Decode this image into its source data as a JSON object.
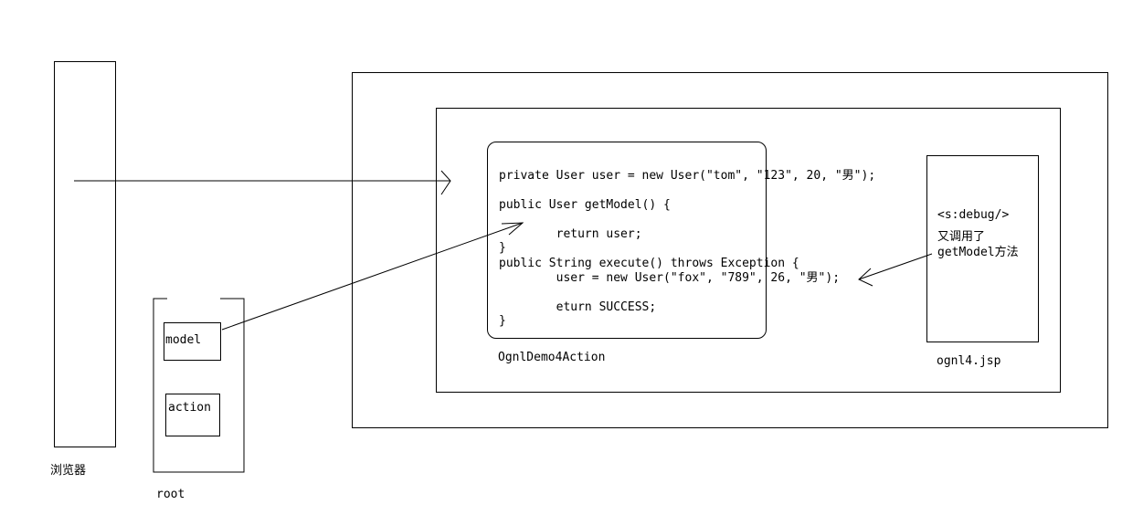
{
  "browser": {
    "label": "浏览器"
  },
  "root": {
    "label": "root",
    "items": [
      "model",
      "action"
    ]
  },
  "action_box": {
    "label": "OgnlDemo4Action",
    "code": [
      "private User user = new User(\"tom\", \"123\", 20, \"男\");",
      "public User getModel() {",
      "        return user;",
      "}",
      "public String execute() throws Exception {",
      "        user = new User(\"fox\", \"789\", 26, \"男\");",
      "        eturn SUCCESS;",
      "}"
    ]
  },
  "jsp_box": {
    "label": "ognl4.jsp",
    "tag": "<s:debug/>",
    "note_lines": [
      "又调用了",
      "getModel方法"
    ]
  }
}
